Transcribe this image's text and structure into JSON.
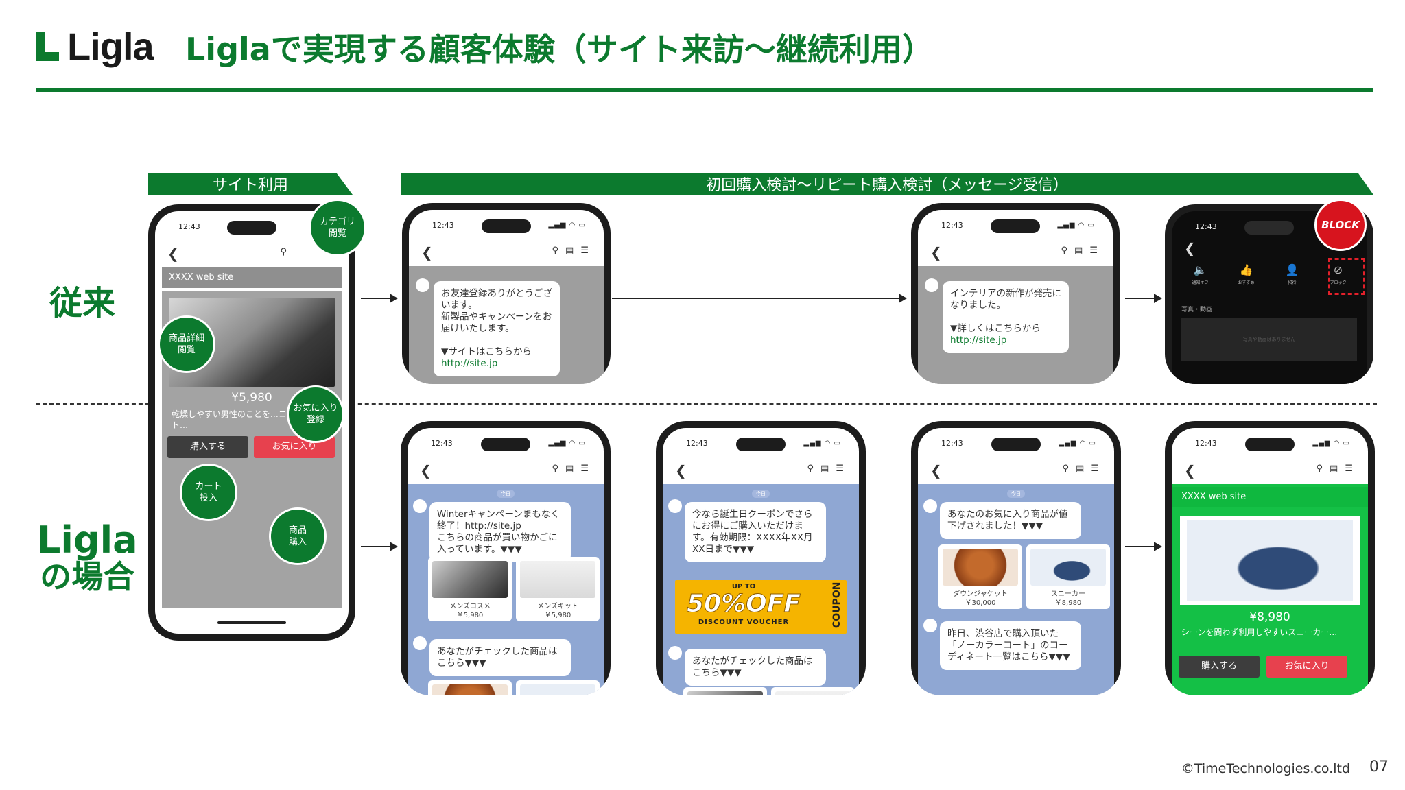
{
  "brand": "Ligla",
  "title": "Liglaで実現する顧客体験（サイト来訪〜継続利用）",
  "banners": {
    "site": "サイト利用",
    "message": "初回購入検討〜リピート購入検討（メッセージ受信）"
  },
  "rows": {
    "conventional": "従来",
    "ligla_line1": "Ligla",
    "ligla_line2": "の場合"
  },
  "status_time": "12:43",
  "site_phone": {
    "site_name": "XXXX web site",
    "price": "¥5,980",
    "desc": "乾燥しやすい男性のことを…コスメキット…",
    "buy": "購入する",
    "fav": "お気に入り",
    "steps": [
      "カテゴリ\n閲覧",
      "商品詳細\n閲覧",
      "お気に入り\n登録",
      "カート\n投入",
      "商品\n購入"
    ]
  },
  "conv_msg1": {
    "text": "お友達登録ありがとうございます。\n新製品やキャンペーンをお届けいたします。\n\n▼サイトはこちらから",
    "link": "http://site.jp"
  },
  "conv_msg2": {
    "text": "インテリアの新作が発売になりました。\n\n▼詳しくはこちらから",
    "link": "http://site.jp"
  },
  "block_phone": {
    "badge": "BLOCK",
    "icons": [
      "通知オフ",
      "おすすめ",
      "招待",
      "ブロック"
    ],
    "section": "写真・動画",
    "empty": "写真や動画はありません"
  },
  "ligla_msg1": {
    "date": "今日",
    "text": "Winterキャンペーンまもなく終了！http://site.jp\nこちらの商品が買い物かごに入っています。▼▼▼",
    "cards": [
      {
        "name": "メンズコスメ",
        "price": "￥5,980"
      },
      {
        "name": "メンズキット",
        "price": "￥5,980"
      }
    ],
    "text2": "あなたがチェックした商品はこちら▼▼▼"
  },
  "ligla_msg2": {
    "date": "今日",
    "text": "今なら誕生日クーポンでさらにお得にご購入いただけます。有効期限：XXXX年XX月XX日まで▼▼▼",
    "coupon_up": "UP TO",
    "coupon_pct": "50%OFF",
    "coupon_voucher": "DISCOUNT VOUCHER",
    "coupon_side": "COUPON",
    "text2": "あなたがチェックした商品はこちら▼▼▼"
  },
  "ligla_msg3": {
    "date": "今日",
    "text": "あなたのお気に入り商品が値下げされました！▼▼▼",
    "cards": [
      {
        "name": "ダウンジャケット",
        "price": "￥30,000"
      },
      {
        "name": "スニーカー",
        "price": "￥8,980"
      }
    ],
    "text2": "昨日、渋谷店で購入頂いた「ノーカラーコート」のコーディネート一覧はこちら▼▼▼"
  },
  "ligla_site": {
    "site_name": "XXXX web site",
    "price": "¥8,980",
    "desc": "シーンを問わず利用しやすいスニーカー…",
    "buy": "購入する",
    "fav": "お気に入り"
  },
  "footer": {
    "copyright": "©TimeTechnologies.co.ltd",
    "page": "07"
  },
  "colors": {
    "brand_green": "#0c7a2e",
    "block_red": "#d7141e",
    "chat_blue": "#8fa7d3",
    "chat_gray": "#9e9e9e"
  }
}
